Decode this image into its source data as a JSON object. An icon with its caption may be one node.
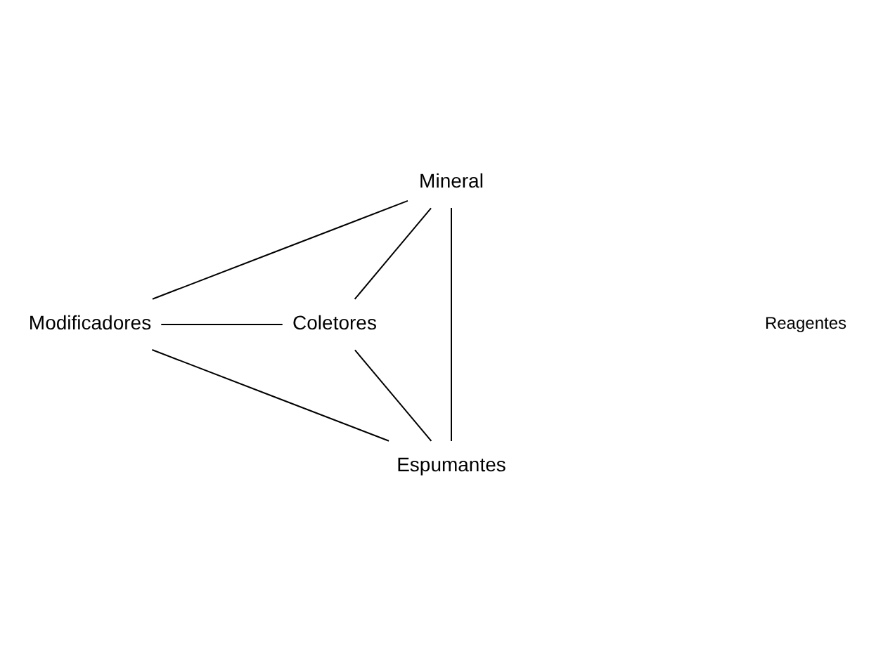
{
  "diagram": {
    "nodes": [
      {
        "text": [
          "Mineral"
        ]
      },
      {
        "text": [
          "Coletores"
        ]
      },
      {
        "text": [
          "Modificadores"
        ]
      },
      {
        "text": [
          "Espumantes"
        ]
      }
    ],
    "edges": [
      {
        "from": 0,
        "to": 2,
        "arrow": "none"
      },
      {
        "from": 0,
        "to": 1,
        "arrow": "none"
      },
      {
        "from": 0,
        "to": 3,
        "arrow": "none"
      },
      {
        "from": 2,
        "to": 1,
        "arrow": "none"
      },
      {
        "from": 2,
        "to": 3,
        "arrow": "none"
      },
      {
        "from": 1,
        "to": 3,
        "arrow": "none"
      }
    ],
    "labels": [
      "Reagentes"
    ]
  }
}
